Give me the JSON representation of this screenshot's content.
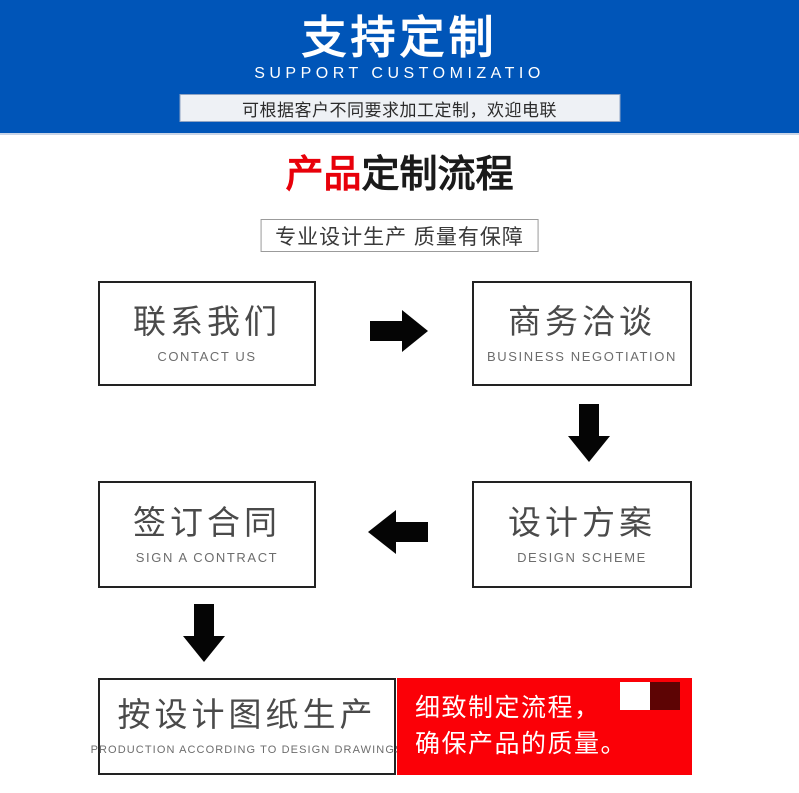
{
  "banner": {
    "title": "支持定制",
    "subtitle": "SUPPORT CUSTOMIZATIO",
    "strip_text": "可根据客户不同要求加工定制，欢迎电联",
    "bg_color": "#0055b8",
    "strip_bg_color": "#eef1f5"
  },
  "section": {
    "title_red": "产品",
    "title_black": "定制流程",
    "subtitle": "专业设计生产 质量有保障",
    "title_red_color": "#e8000a",
    "title_black_color": "#1a1a1a"
  },
  "flow": {
    "steps": [
      {
        "cn": "联系我们",
        "en": "CONTACT US"
      },
      {
        "cn": "商务洽谈",
        "en": "BUSINESS  NEGOTIATION"
      },
      {
        "cn": "设计方案",
        "en": "DESIGN  SCHEME"
      },
      {
        "cn": "签订合同",
        "en": "SIGN A CONTRACT"
      },
      {
        "cn": "按设计图纸生产",
        "en": "PRODUCTION  ACCORDING  TO  DESIGN  DRAWINGS"
      }
    ],
    "arrows": [
      {
        "name": "arrow-right-icon",
        "direction": "right"
      },
      {
        "name": "arrow-down-icon",
        "direction": "down"
      },
      {
        "name": "arrow-left-icon",
        "direction": "left"
      },
      {
        "name": "arrow-down-icon",
        "direction": "down"
      }
    ]
  },
  "callout": {
    "line1": "细致制定流程，",
    "line2": "确保产品的质量。",
    "bg_color": "#fb0007",
    "deco_light_color": "#ffffff",
    "deco_dark_color": "#5d0404"
  }
}
